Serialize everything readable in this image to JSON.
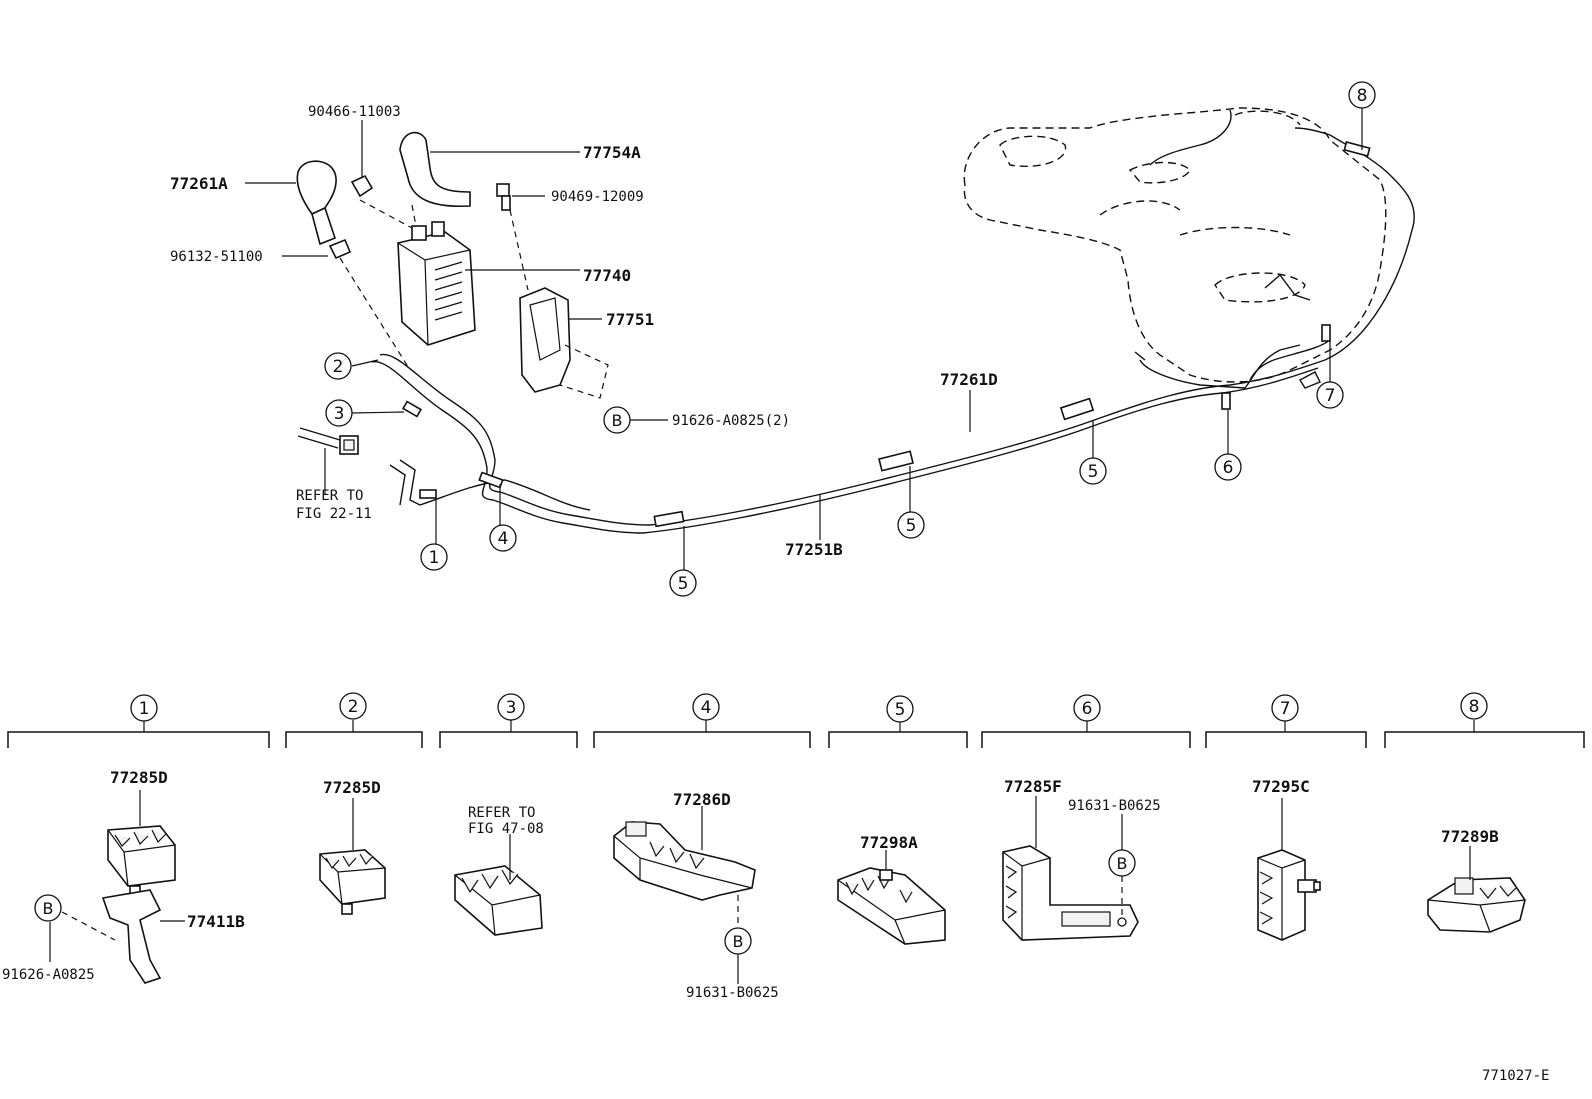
{
  "diagram_code": "771027-E",
  "parts": {
    "p77261A": "77261A",
    "p90466": "90466-11003",
    "p77754A": "77754A",
    "p90469": "90469-12009",
    "p96132": "96132-51100",
    "p77740": "77740",
    "p77751": "77751",
    "p91626_2": "91626-A0825(2)",
    "p77261D": "77261D",
    "p77251B": "77251B"
  },
  "refer_1": {
    "line1": "REFER TO",
    "line2": "FIG 22-11"
  },
  "refer_2": {
    "line1": "REFER TO",
    "line2": "FIG 47-08"
  },
  "callouts": {
    "c1": "1",
    "c2": "2",
    "c3": "3",
    "c4": "4",
    "c5": "5",
    "c6": "6",
    "c7": "7",
    "c8": "8",
    "b": "B"
  },
  "details": [
    {
      "num": "1",
      "parts": [
        "77285D",
        "77411B",
        "91626-A0825"
      ]
    },
    {
      "num": "2",
      "parts": [
        "77285D"
      ]
    },
    {
      "num": "3",
      "parts": []
    },
    {
      "num": "4",
      "parts": [
        "77286D",
        "91631-B0625"
      ]
    },
    {
      "num": "5",
      "parts": [
        "77298A"
      ]
    },
    {
      "num": "6",
      "parts": [
        "77285F",
        "91631-B0625"
      ]
    },
    {
      "num": "7",
      "parts": [
        "77295C"
      ]
    },
    {
      "num": "8",
      "parts": [
        "77289B"
      ]
    }
  ]
}
